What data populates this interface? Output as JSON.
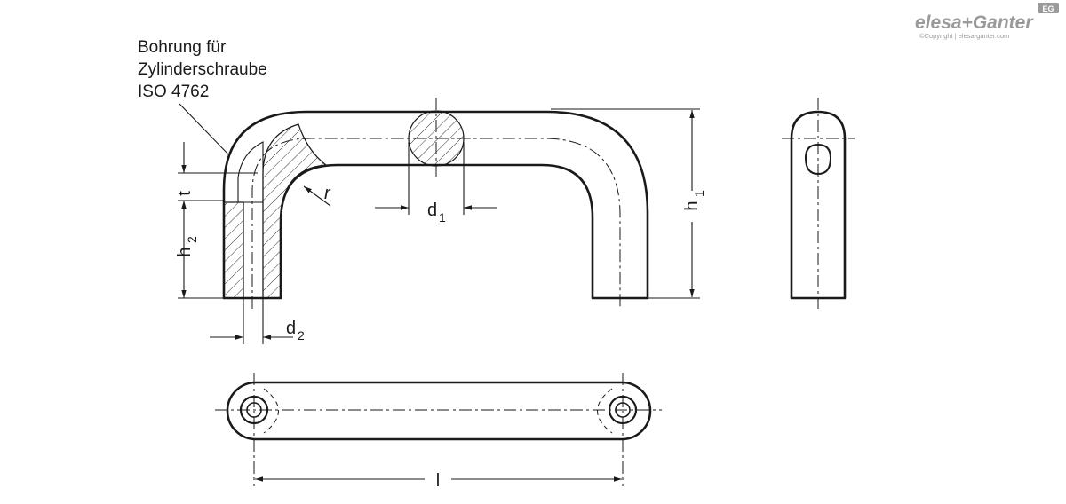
{
  "logo": {
    "brand": "elesa+Ganter",
    "badge": "EG",
    "copyright": "©Copyright | elesa-ganter.com"
  },
  "note": {
    "line1": "Bohrung für",
    "line2": "Zylinderschraube",
    "line3": "ISO 4762"
  },
  "dimensions": {
    "t": "t",
    "h2_base": "h",
    "h2_sub": "2",
    "d2_base": "d",
    "d2_sub": "2",
    "r": "r",
    "d1_base": "d",
    "d1_sub": "1",
    "h1_base": "h",
    "h1_sub": "1",
    "l": "l"
  }
}
